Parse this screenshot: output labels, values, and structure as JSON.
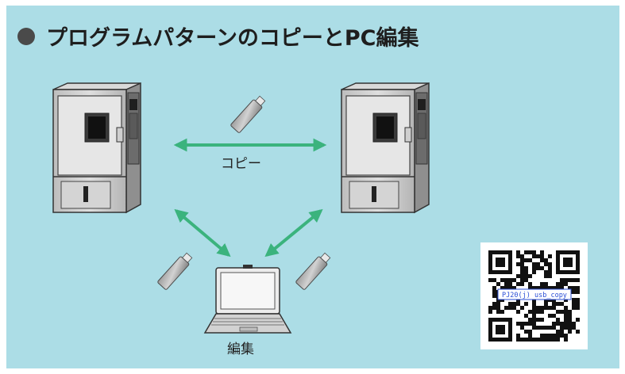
{
  "title": "プログラムパターンのコピーとPC編集",
  "labels": {
    "copy": "コピー",
    "edit": "編集"
  },
  "qr_caption": "PJ20(j) usb_copy",
  "colors": {
    "background": "#acdde6",
    "arrow": "#3bb37d",
    "bullet": "#4a4a4a"
  },
  "icons": [
    "chamber-left-icon",
    "chamber-right-icon",
    "laptop-icon",
    "usb-drive-icon",
    "qr-code-icon"
  ]
}
